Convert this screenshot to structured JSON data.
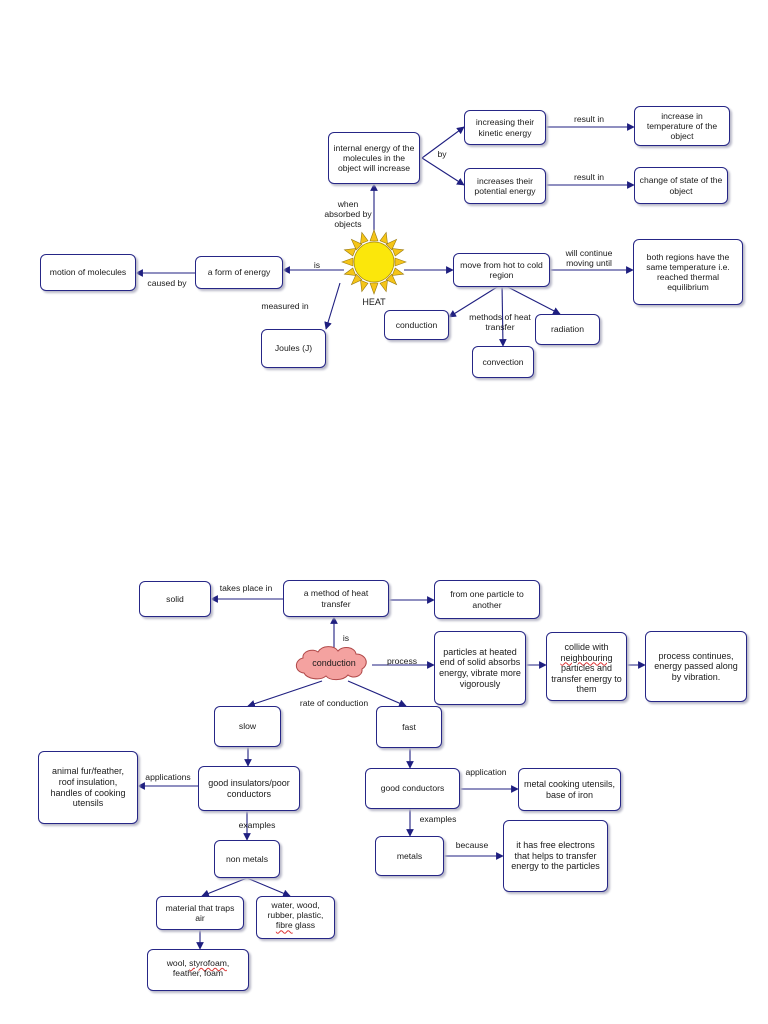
{
  "map1": {
    "center": "HEAT",
    "nodes": {
      "internal_energy": "internal energy of the molecules in the object will increase",
      "increasing_kinetic": "increasing their kinetic energy",
      "increase_temperature": "increase in temperature of the object",
      "increases_potential": "increases their potential energy",
      "change_state": "change of state of the object",
      "motion_molecules": "motion of molecules",
      "form_of_energy": "a form of energy",
      "move_hot_cold": "move from hot to cold region",
      "thermal_equilibrium": "both regions have the same temperature i.e. reached thermal equilibrium",
      "conduction": "conduction",
      "radiation": "radiation",
      "convection": "convection",
      "joules": "Joules (J)"
    },
    "links": {
      "result_in_1": "result in",
      "result_in_2": "result in",
      "by": "by",
      "when_absorbed": "when absorbed by objects",
      "is": "is",
      "caused_by": "caused by",
      "measured_in": "measured in",
      "will_continue": "will continue moving until",
      "methods": "methods of heat transfer"
    }
  },
  "map2": {
    "center": "conduction",
    "nodes": {
      "solid": "solid",
      "method_heat": "a method of heat transfer",
      "particle_to_particle": "from one particle to another",
      "particles_heated": "particles at heated end of solid absorbs energy, vibrate more vigorously",
      "collide_pre": "collide with",
      "collide_word": "neighbouring",
      "collide_post": "particles and transfer energy to them",
      "process_continues": "process continues, energy passed along by vibration.",
      "slow": "slow",
      "fast": "fast",
      "animal_fur": "animal fur/feather, roof insulation, handles of cooking utensils",
      "good_insulators": "good insulators/poor conductors",
      "good_conductors": "good conductors",
      "metal_cooking": "metal cooking utensils, base of iron",
      "non_metals": "non metals",
      "metals": "metals",
      "free_electrons": "it has free electrons that helps to transfer energy to the particles",
      "traps_air": "material that traps air",
      "water_wood": "water, wood, rubber, plastic,",
      "fibre": "fibre",
      "glass": "glass",
      "wool_pre": "wool,",
      "styrofoam": "styrofoam",
      "wool_post": "feather, foam"
    },
    "links": {
      "takes_place": "takes place in",
      "is": "is",
      "process": "process",
      "rate": "rate of conduction",
      "applications": "applications",
      "application": "application",
      "examples_1": "examples",
      "examples_2": "examples",
      "because": "because"
    }
  }
}
